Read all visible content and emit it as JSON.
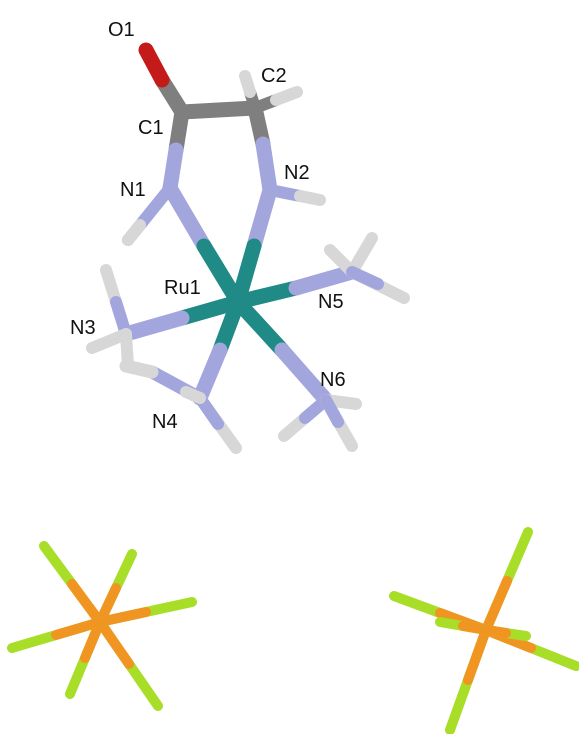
{
  "colors": {
    "ru": "#1f8a86",
    "n": "#a2a6dd",
    "c": "#7f7f7f",
    "o": "#c51a1a",
    "h": "#d7d7d7",
    "p": "#f19522",
    "f": "#a8dd28",
    "label": "#111111",
    "background": "#ffffff"
  },
  "labels": {
    "o1": "O1",
    "c1": "C1",
    "c2": "C2",
    "n1": "N1",
    "n2": "N2",
    "ru1": "Ru1",
    "n3": "N3",
    "n4": "N4",
    "n5": "N5",
    "n6": "N6"
  },
  "structure": {
    "cation": "Ru complex",
    "anions": [
      "PF6 left",
      "PF6 right"
    ]
  }
}
